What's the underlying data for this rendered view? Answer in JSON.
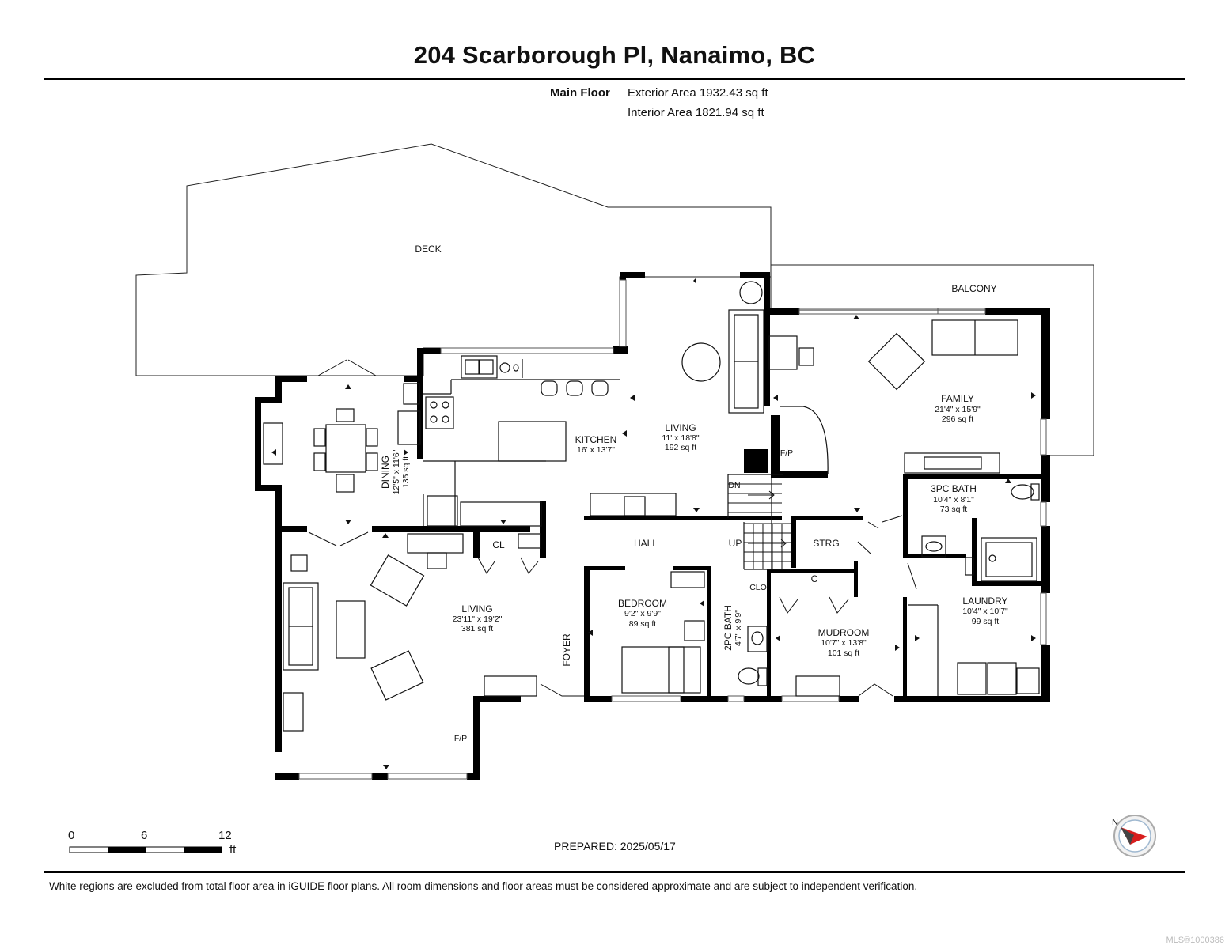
{
  "header": {
    "title": "204 Scarborough Pl, Nanaimo, BC",
    "floor_label": "Main Floor",
    "exterior_area": "Exterior Area 1932.43 sq ft",
    "interior_area": "Interior Area 1821.94 sq ft"
  },
  "rooms": {
    "deck": {
      "name": "DECK"
    },
    "balcony": {
      "name": "BALCONY"
    },
    "family": {
      "name": "FAMILY",
      "dims": "21'4\" x 15'9\"",
      "area": "296 sq ft"
    },
    "living_upper": {
      "name": "LIVING",
      "dims": "11' x 18'8\"",
      "area": "192 sq ft"
    },
    "kitchen": {
      "name": "KITCHEN",
      "dims": "16' x 13'7\""
    },
    "dining": {
      "name": "DINING",
      "dims": "12'5\" x 11'6\"",
      "area": "135 sq ft"
    },
    "living_lower": {
      "name": "LIVING",
      "dims": "23'11\" x 19'2\"",
      "area": "381 sq ft"
    },
    "bath3": {
      "name": "3PC BATH",
      "dims": "10'4\" x 8'1\"",
      "area": "73 sq ft"
    },
    "laundry": {
      "name": "LAUNDRY",
      "dims": "10'4\" x 10'7\"",
      "area": "99 sq ft"
    },
    "mudroom": {
      "name": "MUDROOM",
      "dims": "10'7\" x 13'8\"",
      "area": "101 sq ft"
    },
    "bedroom": {
      "name": "BEDROOM",
      "dims": "9'2\" x 9'9\"",
      "area": "89 sq ft"
    },
    "bath2": {
      "name": "2PC BATH",
      "dims": "4'7\" x 9'9\""
    },
    "hall": {
      "name": "HALL"
    },
    "foyer": {
      "name": "FOYER"
    },
    "strg": {
      "name": "STRG"
    },
    "cl": {
      "name": "CL"
    },
    "c": {
      "name": "C"
    },
    "clo": {
      "name": "CLO"
    },
    "fp_upper": {
      "name": "F/P"
    },
    "fp_lower": {
      "name": "F/P"
    },
    "stairs_down": {
      "name": "DN"
    },
    "stairs_up": {
      "name": "UP"
    }
  },
  "scale": {
    "t0": "0",
    "t6": "6",
    "t12": "12",
    "unit": "ft"
  },
  "footer": {
    "prepared": "PREPARED: 2025/05/17",
    "disclaimer": "White regions are excluded from total floor area in iGUIDE floor plans. All room dimensions and floor areas must be considered approximate and are subject to independent verification.",
    "mls": "MLS®1000386"
  },
  "compass": {
    "north_label": "N",
    "icon": "compass-icon"
  }
}
